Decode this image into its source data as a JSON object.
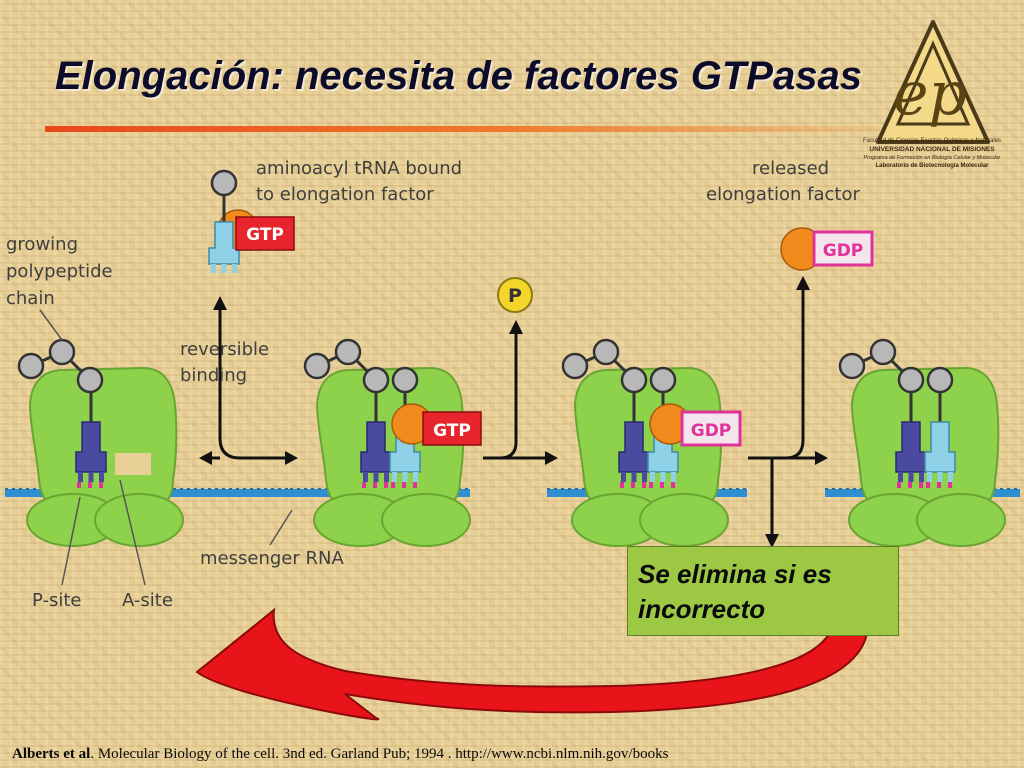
{
  "slide": {
    "title": "Elongación: necesita de factores GTPasas"
  },
  "logo": {
    "line1": "Facultad de Ciencias Exactas Químicas y Naturales",
    "line2": "UNIVERSIDAD NACIONAL DE MISIONES",
    "line3": "Programa de Formación en Biología Celular y Molecular",
    "line4": "Laboratorio de Biotecnología Molecular"
  },
  "diagram": {
    "label_growing_chain": [
      "growing",
      "polypeptide",
      "chain"
    ],
    "label_aminoacyl": [
      "aminoacyl tRNA bound",
      "to elongation factor"
    ],
    "label_reversible": [
      "reversible",
      "binding"
    ],
    "label_released": [
      "released",
      "elongation factor"
    ],
    "label_messenger": "messenger RNA",
    "label_psite": "P-site",
    "label_asite": "A-site",
    "gtp": "GTP",
    "gdp": "GDP",
    "phosphate": "P",
    "colors": {
      "ribosome": "#8ed14a",
      "mrna": "#2f8fd0",
      "trna_p": "#4a4aa0",
      "trna_a": "#8fd2e8",
      "ef_orange": "#f08a1c",
      "gtp_red": "#e8252c",
      "gdp_pink": "#e0329a",
      "phosphate_yellow": "#f4d52a",
      "big_arrow_red": "#e8141a"
    }
  },
  "note": {
    "line1": "Se elimina si es",
    "line2": "incorrecto"
  },
  "footer": {
    "authors": "Alberts et al",
    "citation": ". Molecular Biology of the cell. 3nd ed. Garland Pub; 1994 . http://www.ncbi.nlm.nih.gov/books"
  }
}
